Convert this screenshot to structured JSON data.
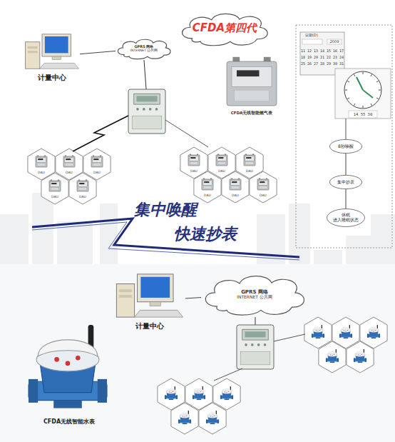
{
  "diagram": {
    "nodes": [
      {
        "text": [
          "CFDA第四代"
        ]
      },
      {
        "text": [
          "计量中心"
        ]
      },
      {
        "text": [
          "GPRS 网络",
          "INTERNET 公共网"
        ]
      },
      {
        "text": [
          "8秒唤醒"
        ]
      },
      {
        "text": [
          "集中抄表"
        ]
      },
      {
        "text": [
          "休眠 进入睡眠状态"
        ]
      },
      {
        "text": [
          "GPRS 网络",
          "INTERNET 公共网"
        ]
      },
      {
        "text": [
          "计量中心"
        ]
      }
    ],
    "edges": [
      {
        "from": 1,
        "to": 2,
        "arrow": "none"
      },
      {
        "from": 3,
        "to": 4,
        "arrow": "none"
      },
      {
        "from": 4,
        "to": 5,
        "arrow": "none"
      },
      {
        "from": 7,
        "to": 6,
        "arrow": "none"
      }
    ],
    "labels": [
      "CFDA无线智能燃气表",
      "DAU",
      "DAU",
      "DAU",
      "DAU",
      "DAU",
      "DAU",
      "DAU",
      "DAU",
      "DAU",
      "DAU",
      "DAU",
      "集中唤醒",
      "快速抄表",
      "日期(D)",
      "2009",
      "11 12 13 14 15 16 17",
      "18 19 20 21 22 23 24",
      "25 26 27 28 29 30 31",
      "14 55 30",
      "CFDA无线智能水表"
    ]
  }
}
